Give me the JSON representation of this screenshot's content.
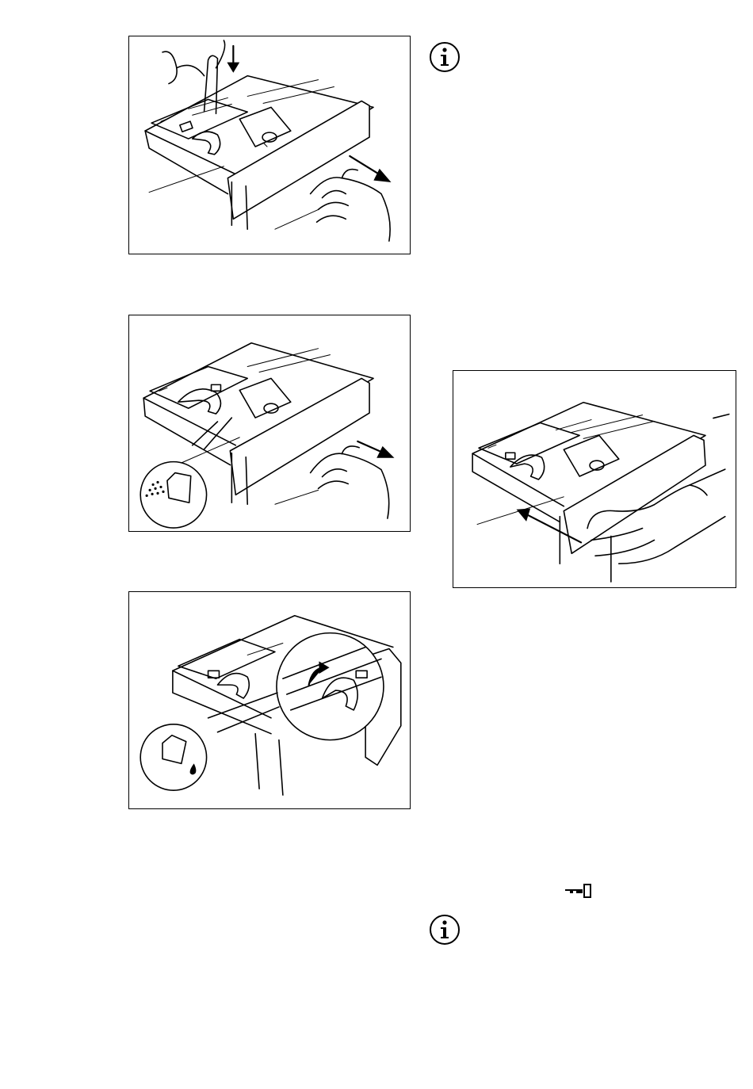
{
  "figures": [
    {
      "name": "figure-remove-drawer",
      "icon": "push-release-and-pull-drawer-illustration"
    },
    {
      "name": "figure-powder-flap",
      "icon": "powder-detergent-flap-illustration"
    },
    {
      "name": "figure-liquid-flap",
      "icon": "liquid-detergent-flap-illustration"
    },
    {
      "name": "figure-insert-drawer",
      "icon": "push-drawer-back-illustration"
    }
  ],
  "icons": {
    "info_top": "information-icon",
    "child_lock": "key-symbol-icon",
    "info_bottom": "information-icon"
  },
  "colors": {
    "ink": "#000000",
    "paper": "#ffffff"
  }
}
